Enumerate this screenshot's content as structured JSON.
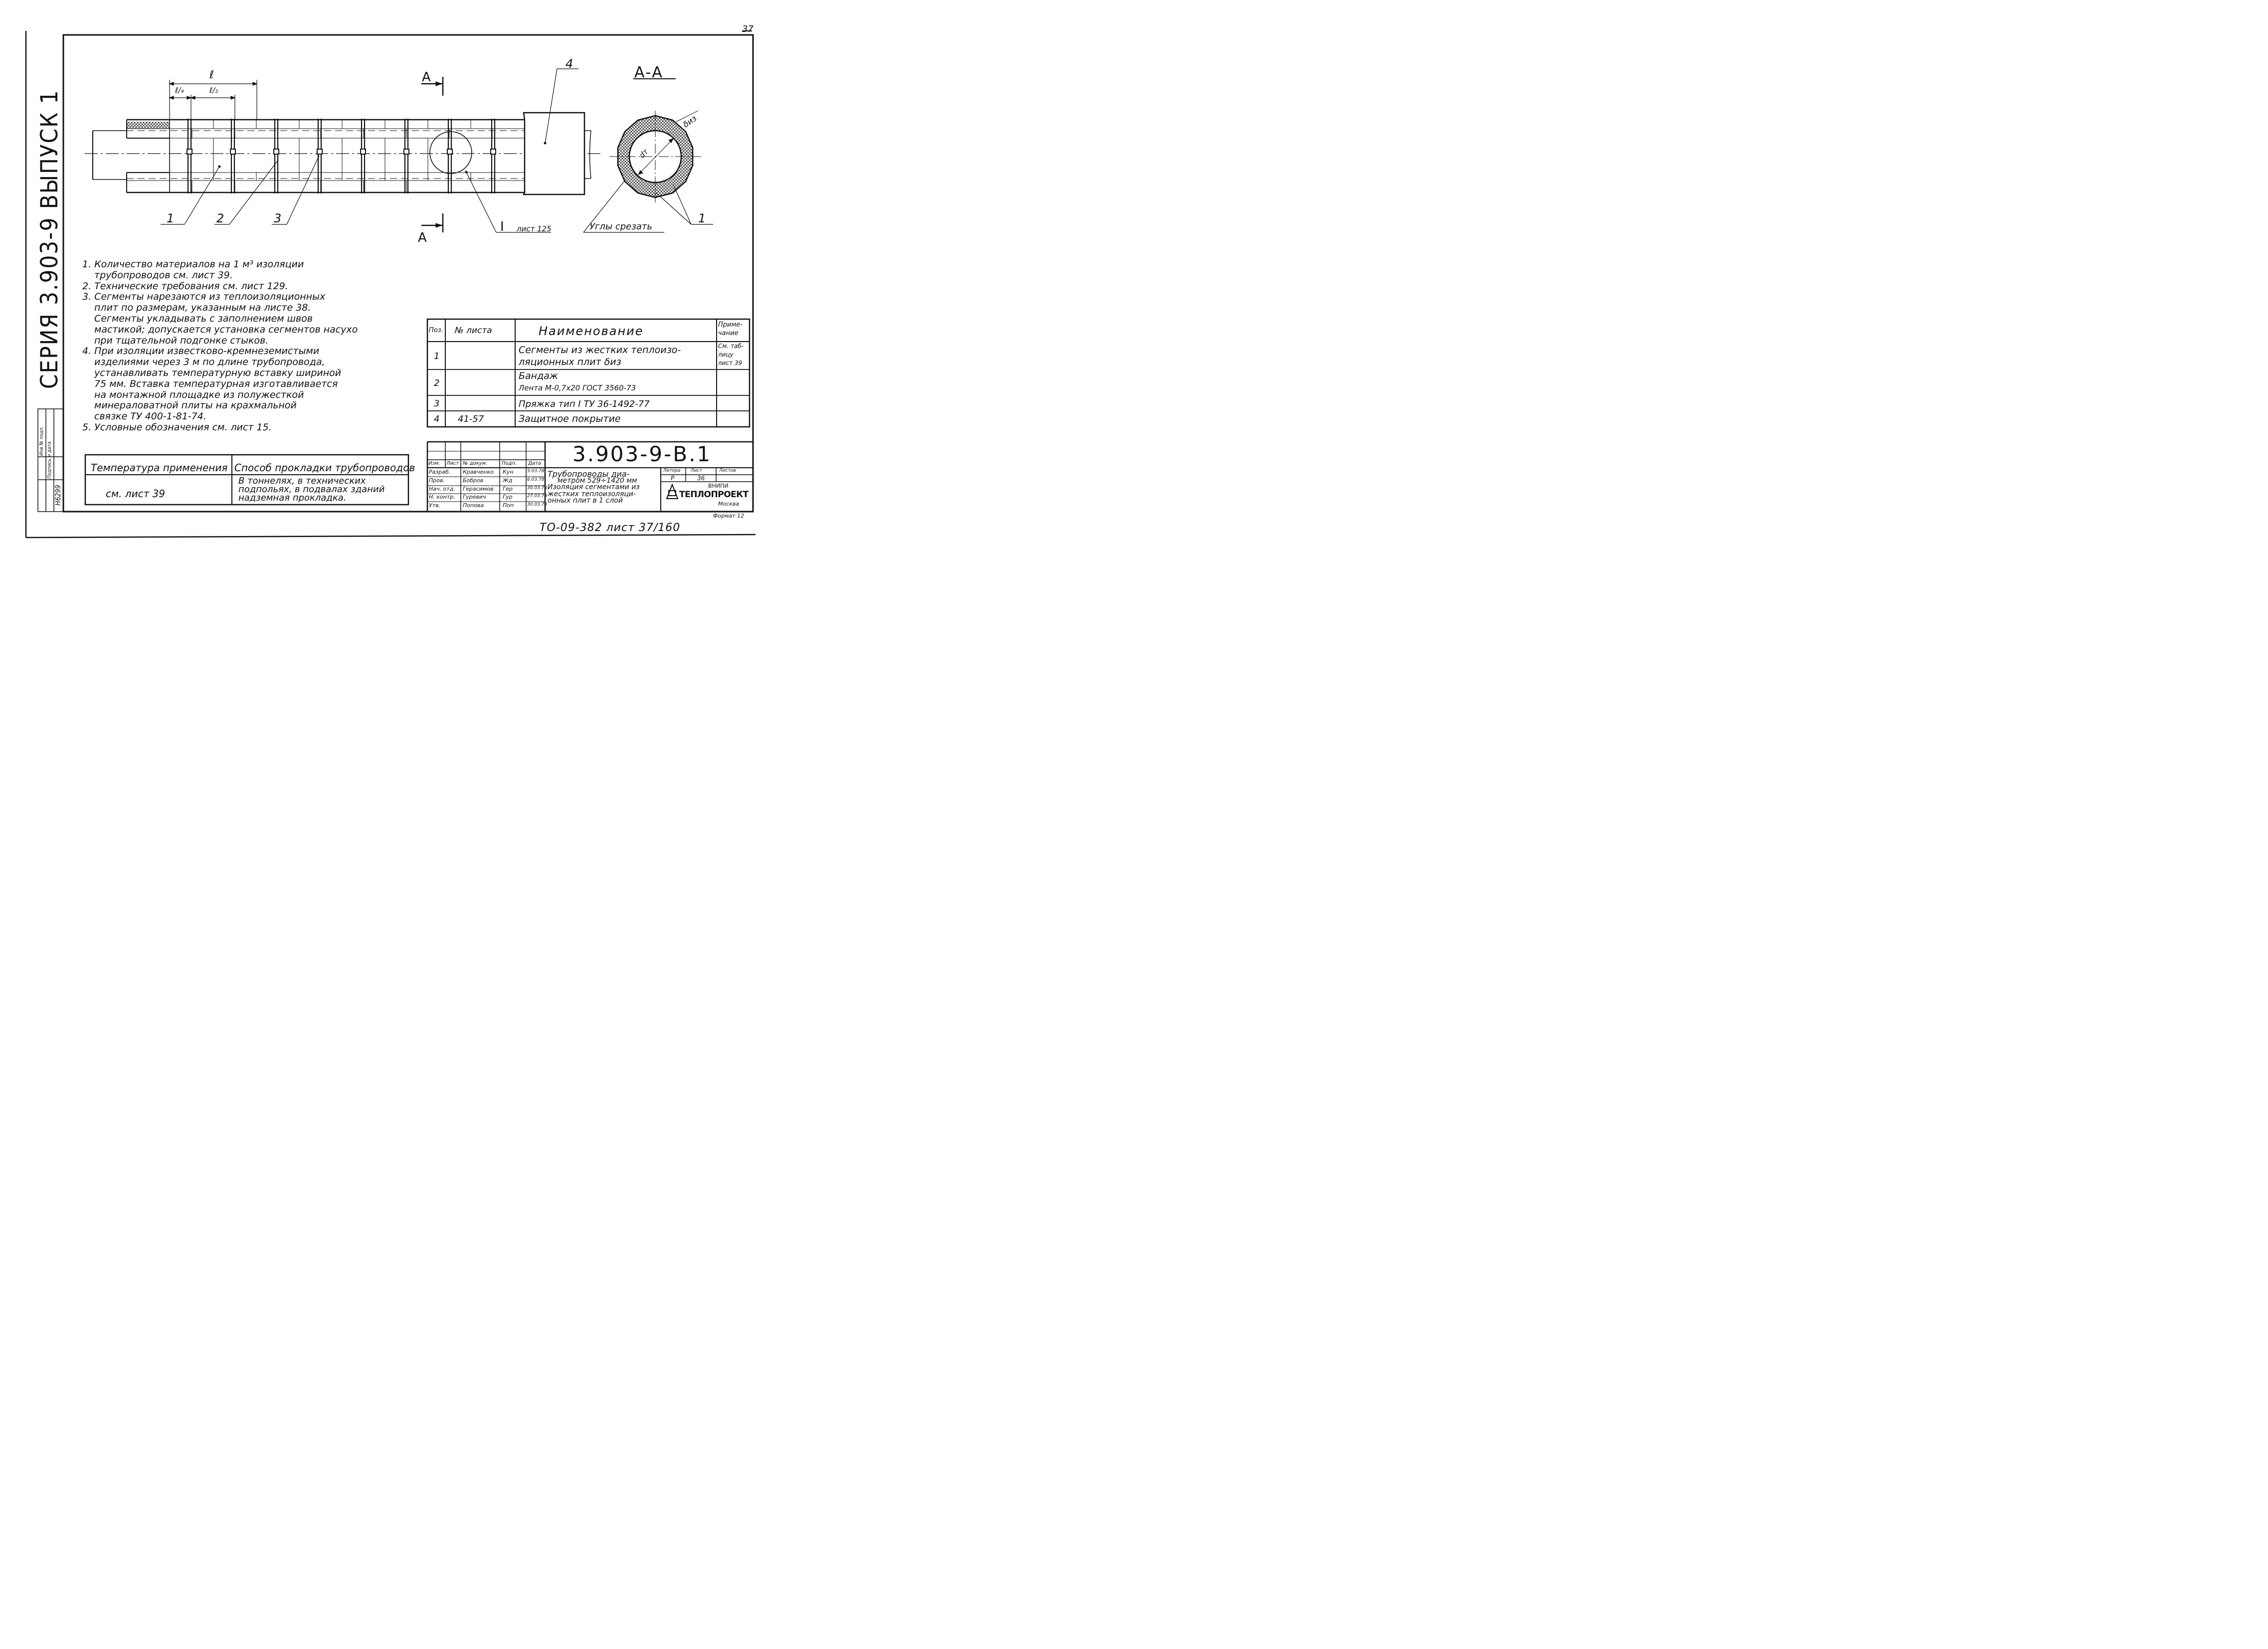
{
  "page_corner": "37",
  "side_title": "СЕРИЯ 3.903-9 ВЫПУСК 1",
  "side_stamp": {
    "label1": "Инв № подл.",
    "label2": "Подпись и дата",
    "inv_number": "Н6299"
  },
  "drawing": {
    "dim_l": "ℓ",
    "dim_l4": "ℓ/₄",
    "dim_l2": "ℓ/₂",
    "section_letter": "A",
    "section_title": "А-А",
    "pos1": "1",
    "pos2": "2",
    "pos3": "3",
    "pos4": "4",
    "detail_ref_num": "I",
    "detail_ref_text": "лист 125",
    "label_cut_corners": "Углы срезать",
    "label_biz": "δиз",
    "label_dt": "dт"
  },
  "notes": [
    {
      "text": "1. Количество материалов на 1 м³ изоляции",
      "indent": false
    },
    {
      "text": "трубопроводов см. лист 39.",
      "indent": true
    },
    {
      "text": "2. Технические требования см. лист 129.",
      "indent": false
    },
    {
      "text": "3. Сегменты нарезаются из теплоизоляционных",
      "indent": false
    },
    {
      "text": "плит по размерам, указанным на листе 38.",
      "indent": true
    },
    {
      "text": "Сегменты укладывать с заполнением швов",
      "indent": true
    },
    {
      "text": "мастикой; допускается установка сегментов насухо",
      "indent": true
    },
    {
      "text": "при тщательной подгонке стыков.",
      "indent": true
    },
    {
      "text": "4. При изоляции известково-кремнеземистыми",
      "indent": false
    },
    {
      "text": "изделиями через 3 м по длине трубопровода,",
      "indent": true
    },
    {
      "text": "устанавливать температурную вставку шириной",
      "indent": true
    },
    {
      "text": "75 мм. Вставка температурная изготавливается",
      "indent": true
    },
    {
      "text": "на монтажной площадке из полужесткой",
      "indent": true
    },
    {
      "text": "минераловатной плиты на крахмальной",
      "indent": true
    },
    {
      "text": "связке ТУ 400-1-81-74.",
      "indent": true
    },
    {
      "text": "5. Условные обозначения см. лист 15.",
      "indent": false
    }
  ],
  "temp_table": {
    "h1": "Температура применения",
    "h2": "Способ прокладки трубопроводов",
    "c1": "см. лист 39",
    "c2_l1": "В тоннелях, в технических",
    "c2_l2": "подпольях, в подвалах зданий",
    "c2_l3": "надземная прокладка."
  },
  "spec_table": {
    "headers": {
      "pos": "Поз.",
      "sheet": "№ листа",
      "name": "Наименование",
      "note_l1": "Приме-",
      "note_l2": "чание"
    },
    "rows": [
      {
        "pos": "1",
        "sheet": "",
        "name_l1": "Сегменты из жестких теплоизо-",
        "name_l2": "ляционных плит δиз",
        "note_l1": "См. таб-",
        "note_l2": "лицу",
        "note_l3": "лист 39"
      },
      {
        "pos": "2",
        "sheet": "",
        "name_l1": "Бандаж",
        "name_l2": "Лента М-0,7х20 ГОСТ 3560-73"
      },
      {
        "pos": "3",
        "sheet": "",
        "name_l1": "Пряжка тип I ТУ 36-1492-77"
      },
      {
        "pos": "4",
        "sheet": "41-57",
        "name_l1": "Защитное покрытие"
      }
    ]
  },
  "title_block": {
    "designation": "3.903-9-В.1",
    "col_headers": [
      "Изм.",
      "Лист",
      "№ докум.",
      "Подп.",
      "Дата"
    ],
    "roles": [
      {
        "role": "Разраб.",
        "name": "Кравченко",
        "sig": "Кун",
        "date": "5.03.78"
      },
      {
        "role": "Пров.",
        "name": "Бобров",
        "sig": "Жд",
        "date": "6.03.78"
      },
      {
        "role": "Нач. отд.",
        "name": "Герасимов",
        "sig": "Гер",
        "date": "30.03.78"
      },
      {
        "role": "Н. контр.",
        "name": "Гуревич",
        "sig": "Гур",
        "date": "27.03.78"
      },
      {
        "role": "Утв.",
        "name": "Попова",
        "sig": "Поп",
        "date": "30.03.78"
      }
    ],
    "title_l1": "Трубопроводы диа-",
    "title_l2": "метром 529÷1420 мм",
    "title_l3": "Изоляция сегментами из",
    "title_l4": "жестких теплоизоляци-",
    "title_l5": "онных плит в 1 слой",
    "stage_label": "Литера",
    "sheet_label": "Лист",
    "sheets_label": "Листов",
    "stage_value": "Р",
    "sheet_value": "36",
    "org_top": "ВНИПИ",
    "org_name": "ТЕПЛОПРОЕКТ",
    "org_city": "Москва",
    "format": "Формат 12"
  },
  "bottom_ref": "ТО-09-382 лист 37/160"
}
